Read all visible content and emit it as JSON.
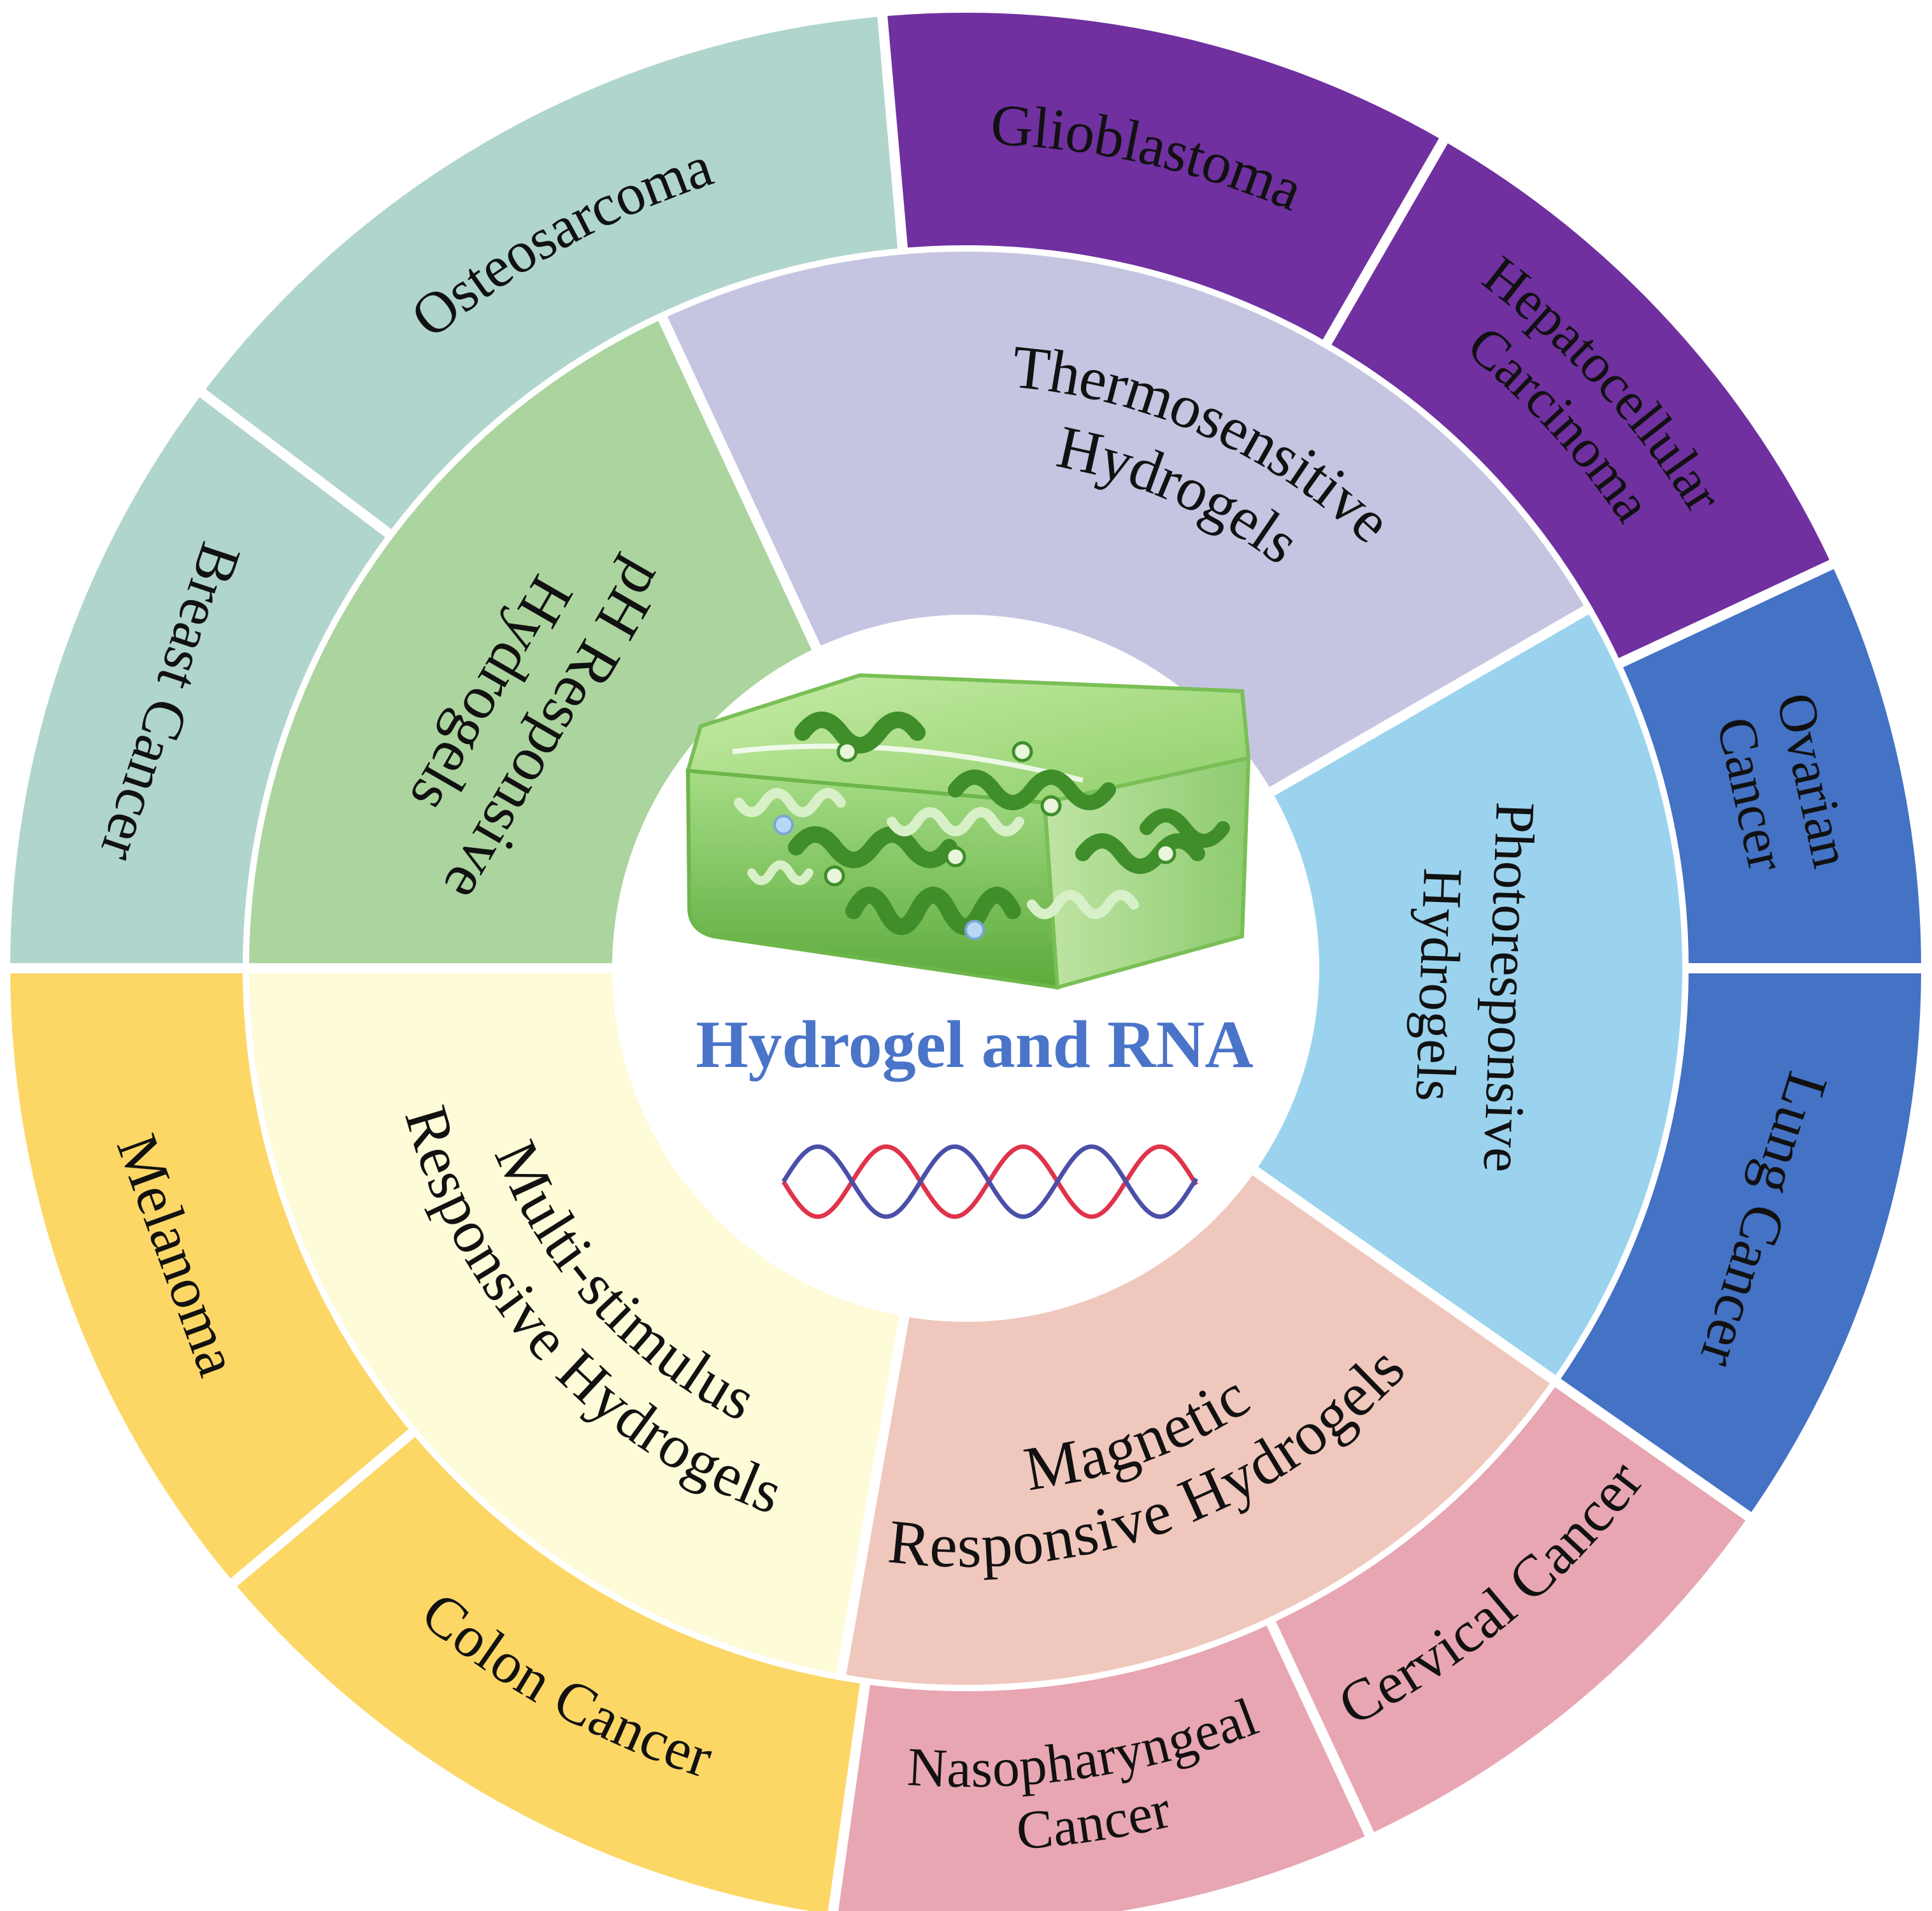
{
  "center": {
    "title": "Hydrogel and RNA",
    "title_color": "#4a74c8",
    "icons": [
      "hydrogel-block-icon",
      "rna-double-helix-icon"
    ]
  },
  "inner_ring": [
    {
      "label": [
        "Thermosensitive",
        "Hydrogels"
      ],
      "color": "#c5c5e2"
    },
    {
      "label": [
        "Photoresponsive",
        "Hydrogels"
      ],
      "color": "#9bd3ee"
    },
    {
      "label": [
        "Magnetic",
        "Responsive Hydrogels"
      ],
      "color": "#f0c7bc"
    },
    {
      "label": [
        "Multi-stimulus",
        "Responsive Hydrogels"
      ],
      "color": "#fdfbd8"
    },
    {
      "label": [
        "pH Responsive",
        "Hydrogels"
      ],
      "color": "#acd49f"
    }
  ],
  "outer_ring": [
    {
      "label": [
        "Glioblastoma"
      ],
      "color": "#7030a0"
    },
    {
      "label": [
        "Hepatocellular",
        "Carcinoma"
      ],
      "color": "#7030a0"
    },
    {
      "label": [
        "Ovarian",
        "Cancer"
      ],
      "color": "#4472c4"
    },
    {
      "label": [
        "Lung Cancer"
      ],
      "color": "#4472c4"
    },
    {
      "label": [
        "Cervical Cancer"
      ],
      "color": "#e7a6b2"
    },
    {
      "label": [
        "Nasopharyngeal",
        "Cancer"
      ],
      "color": "#e7a6b2"
    },
    {
      "label": [
        "Colon Cancer"
      ],
      "color": "#fcd766"
    },
    {
      "label": [
        "Melanoma"
      ],
      "color": "#fcd766"
    },
    {
      "label": [
        "Breast Cancer"
      ],
      "color": "#b0d5cd"
    },
    {
      "label": [
        "Osteosarcoma"
      ],
      "color": "#b0d5cd"
    }
  ]
}
